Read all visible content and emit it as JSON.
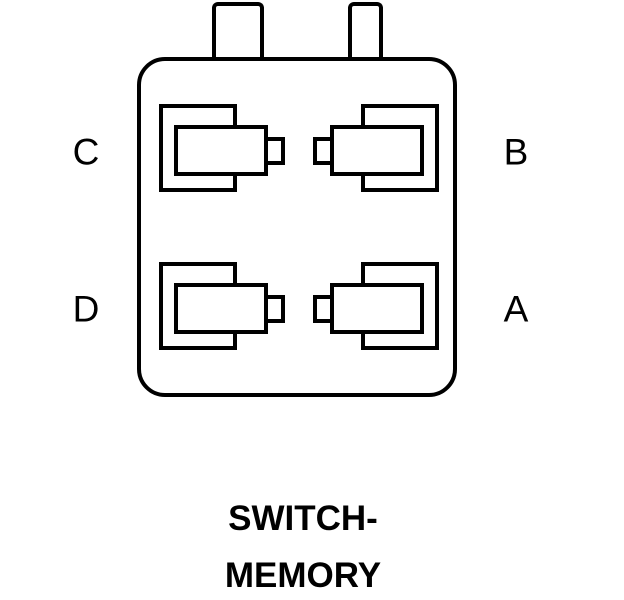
{
  "diagram": {
    "kind": "connector-pinout",
    "colors": {
      "line": "#000000",
      "background": "#ffffff"
    },
    "connector": {
      "tab_count": 2,
      "cavity_count": 4
    },
    "pins": [
      {
        "id": "C",
        "position": "top-left"
      },
      {
        "id": "B",
        "position": "top-right"
      },
      {
        "id": "D",
        "position": "bottom-left"
      },
      {
        "id": "A",
        "position": "bottom-right"
      }
    ],
    "caption": {
      "line1": "SWITCH-",
      "line2": "MEMORY"
    }
  }
}
